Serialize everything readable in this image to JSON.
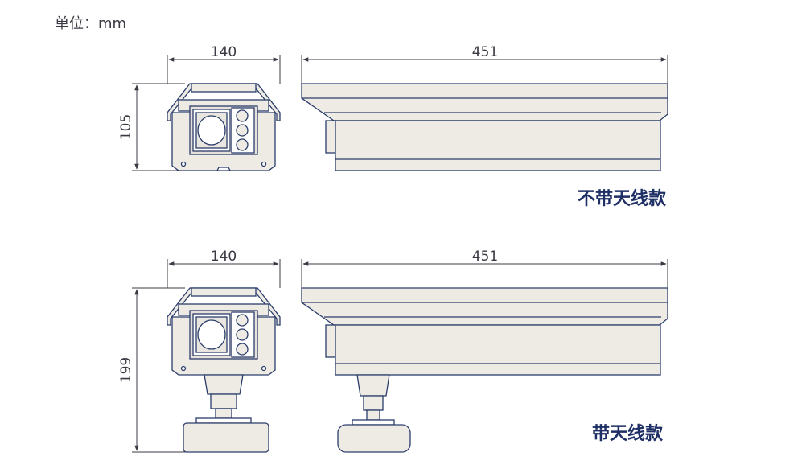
{
  "unit_label": "单位：mm",
  "colors": {
    "line": "#2b3d6b",
    "fill": "#eeeae4",
    "dim": "#3a3a44",
    "caption": "#1e2f66"
  },
  "variants": [
    {
      "caption": "不带天线款",
      "width_front": "140",
      "length_side": "451",
      "height": "105"
    },
    {
      "caption": "带天线款",
      "width_front": "140",
      "length_side": "451",
      "height": "199"
    }
  ]
}
